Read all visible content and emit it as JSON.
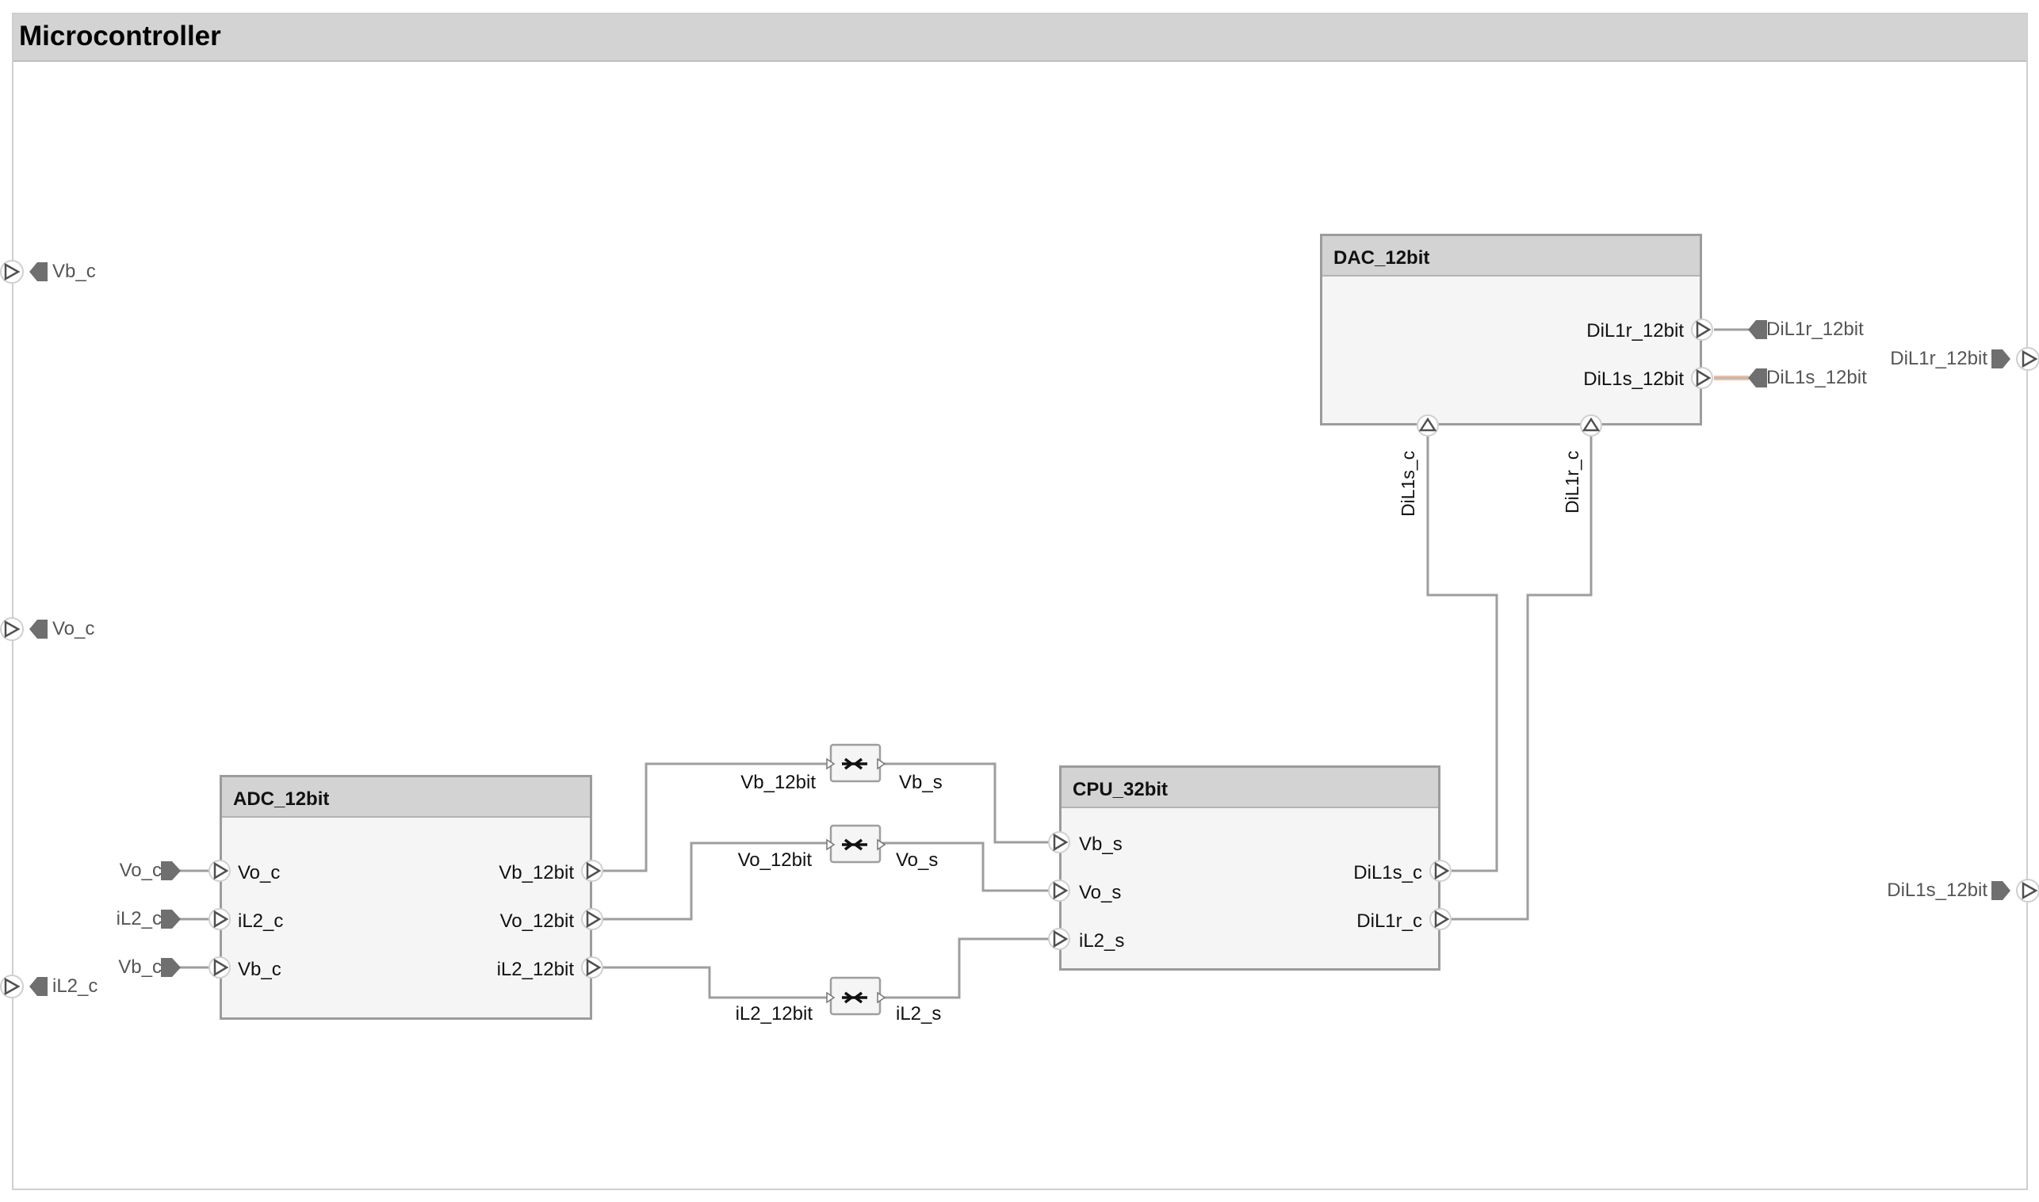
{
  "title": "Microcontroller",
  "blocks": {
    "adc": {
      "title": "ADC_12bit",
      "inputs": [
        "Vo_c",
        "iL2_c",
        "Vb_c"
      ],
      "outputs": [
        "Vb_12bit",
        "Vo_12bit",
        "iL2_12bit"
      ]
    },
    "cpu": {
      "title": "CPU_32bit",
      "inputs": [
        "Vb_s",
        "Vo_s",
        "iL2_s"
      ],
      "outputs": [
        "DiL1s_c",
        "DiL1r_c"
      ]
    },
    "dac": {
      "title": "DAC_12bit",
      "outputs": [
        "DiL1r_12bit",
        "DiL1s_12bit"
      ],
      "inputs": [
        "DiL1s_c",
        "DiL1r_c"
      ]
    }
  },
  "subsystem_inports": [
    "Vb_c",
    "Vo_c",
    "iL2_c"
  ],
  "subsystem_outports": [
    "DiL1r_12bit",
    "DiL1s_12bit"
  ],
  "goto_tags": {
    "adc_inputs": [
      "Vo_c",
      "iL2_c",
      "Vb_c"
    ],
    "dac_outputs": [
      "DiL1r_12bit",
      "DiL1s_12bit"
    ]
  },
  "rate_transitions": [
    {
      "in": "Vb_12bit",
      "out": "Vb_s"
    },
    {
      "in": "Vo_12bit",
      "out": "Vo_s"
    },
    {
      "in": "iL2_12bit",
      "out": "iL2_s"
    }
  ],
  "icons": {
    "port_in": "triangle-port-icon",
    "goto": "goto-tag-icon",
    "from": "from-tag-icon",
    "rate_transition": "rate-transition-icon"
  },
  "colors": {
    "wire": "#9e9e9e",
    "block_fill": "#f4f5f4",
    "header_fill": "#d3d3d3",
    "tag_fill": "#6f6f6f",
    "highlight": "#e8c9b6"
  }
}
